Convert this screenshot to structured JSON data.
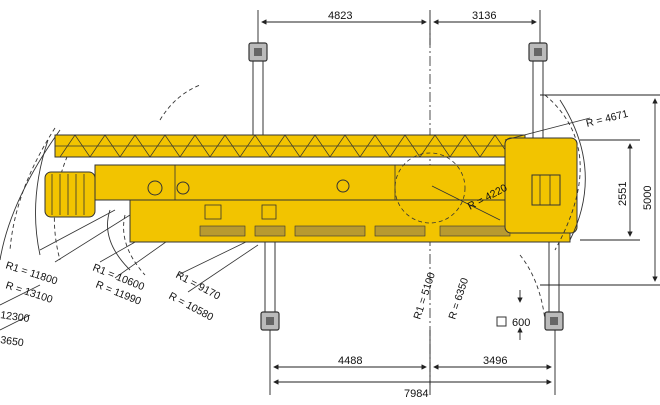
{
  "dimensions": {
    "top_left": "4823",
    "top_right": "3136",
    "bottom_left": "4488",
    "bottom_right": "3496",
    "bottom_total": "7984",
    "right_inner": "2551",
    "right_outer": "5000",
    "legend_box": "600"
  },
  "radii": {
    "front_r": "R = 4671",
    "center_r": "R = 4220",
    "r5100": "R1 = 5100",
    "r6350": "R = 6350",
    "r9170": "R1 = 9170",
    "r10580": "R = 10580",
    "r10600": "R1 = 10600",
    "r11990": "R = 11990",
    "r11800": "R1 = 11800",
    "r13100": "R = 13100",
    "r12300": "12300",
    "r13650": "3650"
  },
  "colors": {
    "crane_yellow": "#f2c400",
    "crane_shadow": "#d9a900",
    "outline": "#333333",
    "outrigger_pad": "#8a8a8a"
  }
}
